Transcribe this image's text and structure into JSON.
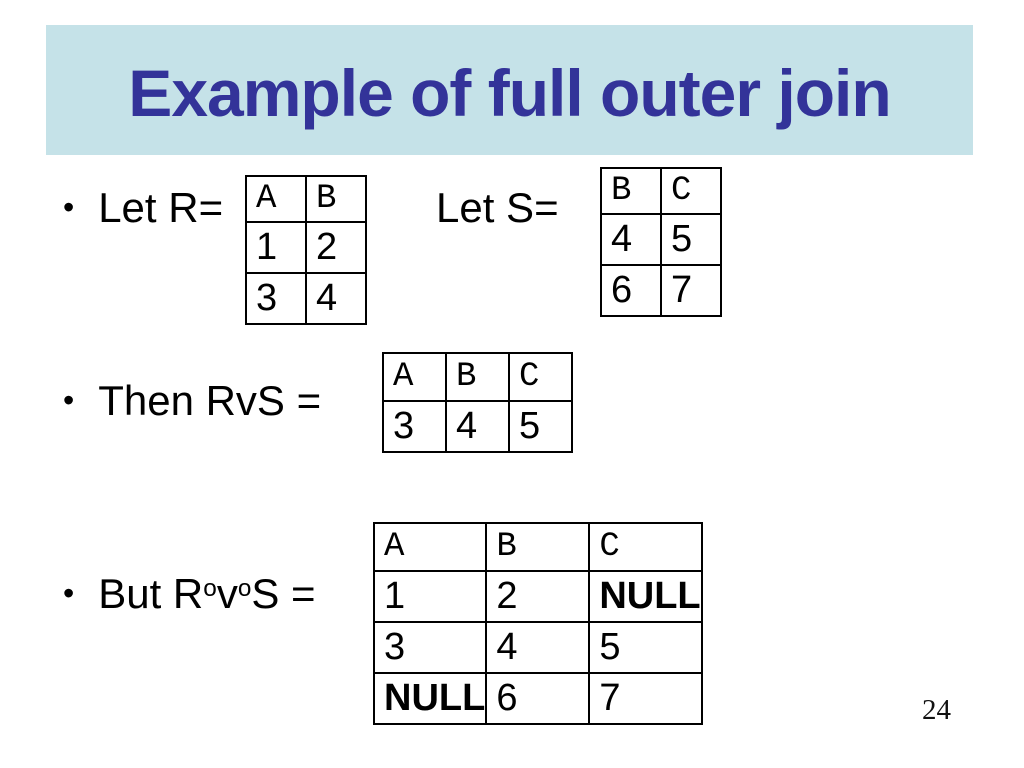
{
  "slide": {
    "title": "Example of full outer join",
    "page_number": "24"
  },
  "colors": {
    "title_bg": "#C5E2E8",
    "title_text": "#333399",
    "null_text": "#333399"
  },
  "bullets": {
    "let_r": {
      "bullet": "•",
      "label": "Let R="
    },
    "let_s": {
      "label": "Let S="
    },
    "then": {
      "bullet": "•",
      "label": "Then RvS ="
    },
    "but": {
      "bullet": "•",
      "prefix": "But R",
      "sup1": "o",
      "mid": "v",
      "sup2": "o",
      "suffix": "S ="
    }
  },
  "tables": {
    "r": {
      "headers": [
        "A",
        "B"
      ],
      "rows": [
        [
          "1",
          "2"
        ],
        [
          "3",
          "4"
        ]
      ]
    },
    "s": {
      "headers": [
        "B",
        "C"
      ],
      "rows": [
        [
          "4",
          "5"
        ],
        [
          "6",
          "7"
        ]
      ]
    },
    "rvs": {
      "headers": [
        "A",
        "B",
        "C"
      ],
      "rows": [
        [
          "3",
          "4",
          "5"
        ]
      ]
    },
    "full_outer": {
      "headers": [
        "A",
        "B",
        "C"
      ],
      "rows": [
        [
          "1",
          "2",
          "NULL"
        ],
        [
          "3",
          "4",
          "5"
        ],
        [
          "NULL",
          "6",
          "7"
        ]
      ]
    }
  }
}
